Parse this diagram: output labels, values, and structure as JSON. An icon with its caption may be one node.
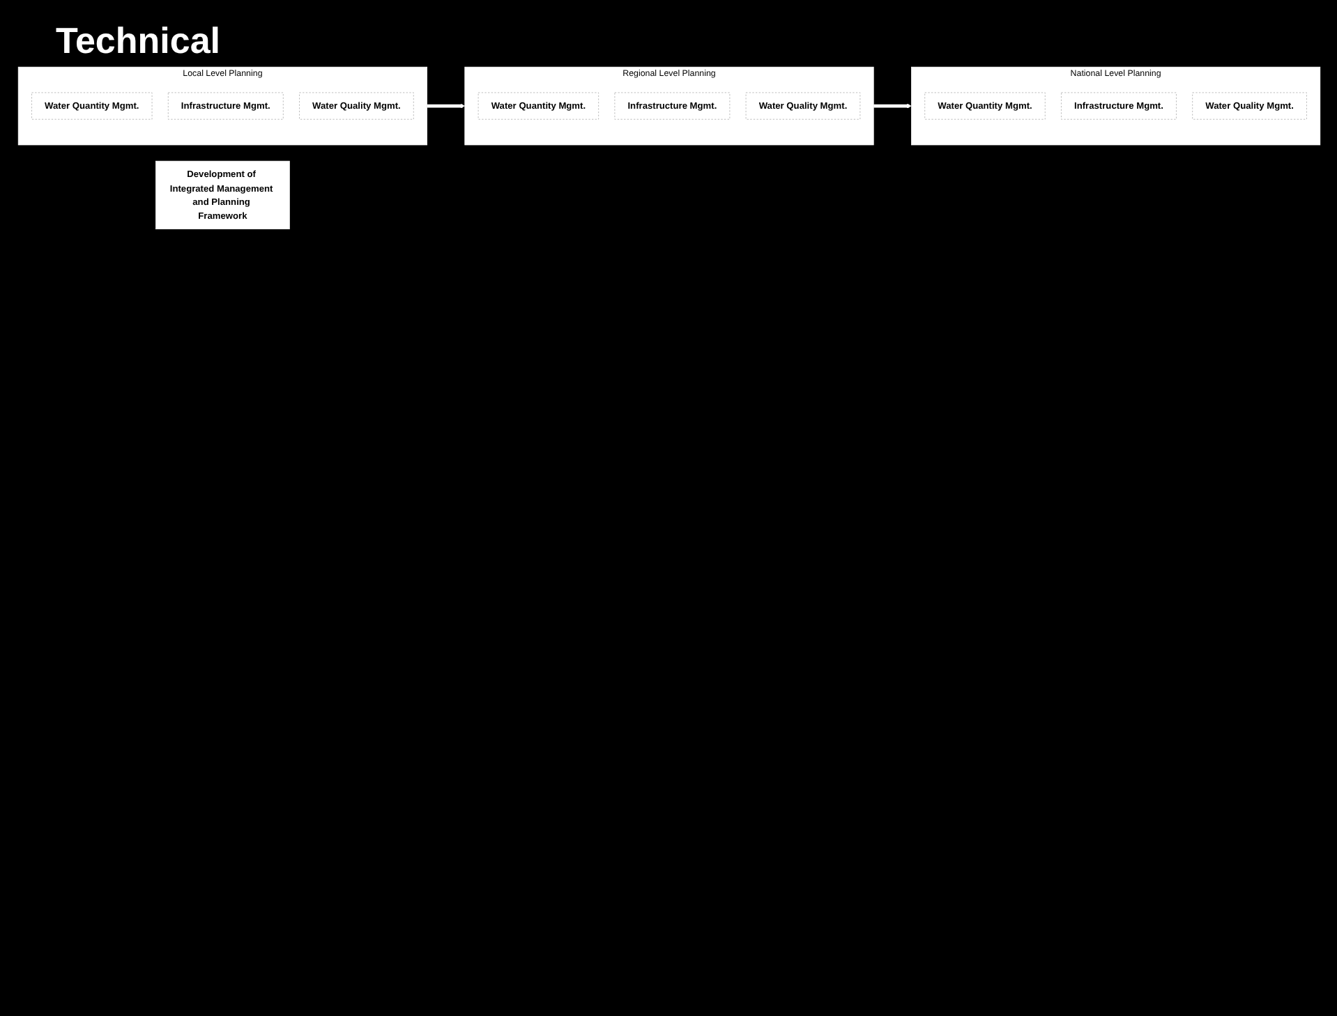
{
  "diagram": {
    "title": "Technical",
    "nodes": [
      {
        "text": [
          "Development of Integrated Management and Planning Framework"
        ]
      },
      {
        "text": [
          "Local Level Planning"
        ]
      },
      {
        "text": [
          "Water Quantity Mgmt."
        ],
        "in": 1
      },
      {
        "text": [
          "Infrastructure Mgmt."
        ],
        "in": 1
      },
      {
        "text": [
          "Water Quality Mgmt."
        ],
        "in": 1
      },
      {
        "text": [
          "Regional Level Planning"
        ]
      },
      {
        "text": [
          "Water Quantity Mgmt."
        ],
        "in": 5
      },
      {
        "text": [
          "Infrastructure Mgmt."
        ],
        "in": 5
      },
      {
        "text": [
          "Water Quality Mgmt."
        ],
        "in": 5
      },
      {
        "text": [
          "National Level Planning"
        ]
      },
      {
        "text": [
          "Water Quantity Mgmt."
        ],
        "in": 9
      },
      {
        "text": [
          "Infrastructure Mgmt."
        ],
        "in": 9
      },
      {
        "text": [
          "Water Quality Mgmt."
        ],
        "in": 9
      }
    ],
    "edges": [
      {
        "from": 1,
        "to": 5,
        "arrow": "to"
      },
      {
        "from": 5,
        "to": 9,
        "arrow": "to"
      }
    ]
  }
}
